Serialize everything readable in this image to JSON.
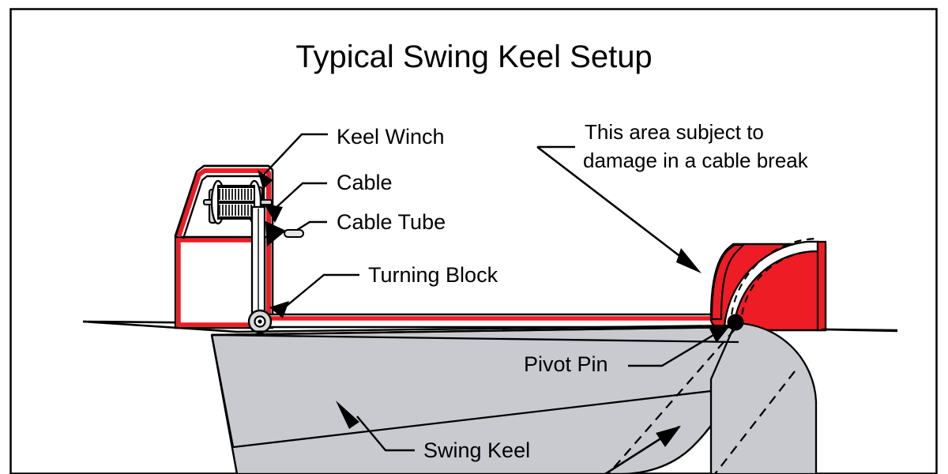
{
  "document": {
    "title": "Typical Swing Keel Setup",
    "type": "technical-illustration",
    "subject": "sailboat swing keel / centerboard lifting arrangement"
  },
  "frame": {
    "border_color": "#000000",
    "background_color": "#ffffff"
  },
  "palette": {
    "line": "#000000",
    "trunk_red": "#ee1c25",
    "keel_gray": "#c8cad0",
    "white": "#ffffff",
    "winch_gray": "#d9d9d9"
  },
  "labels": {
    "title": "Typical Swing Keel Setup",
    "keel_winch": "Keel Winch",
    "cable": "Cable",
    "cable_tube": "Cable Tube",
    "turning_block": "Turning Block",
    "pivot_pin": "Pivot Pin",
    "swing_keel": "Swing Keel",
    "warning_line1": "This area subject to",
    "warning_line2": "damage in  a cable break"
  },
  "components": [
    {
      "name": "keel-winch",
      "label": "Keel Winch",
      "description": "drum winch mounted at top of keel trunk"
    },
    {
      "name": "cable",
      "label": "Cable",
      "description": "wire rope running from winch drum down the cable tube"
    },
    {
      "name": "cable-tube",
      "label": "Cable Tube",
      "description": "vertical tube guiding the cable through the trunk"
    },
    {
      "name": "turning-block",
      "label": "Turning Block",
      "description": "sheave at base of trunk redirecting cable to the keel"
    },
    {
      "name": "pivot-pin",
      "label": "Pivot Pin",
      "description": "pin at aft-top of keel about which the keel swings"
    },
    {
      "name": "swing-keel",
      "label": "Swing Keel",
      "description": "pivoting ballast keel shown in lowered position"
    },
    {
      "name": "damage-area",
      "label": "This area subject to damage in  a cable break",
      "description": "red aft section of the keel trunk"
    }
  ]
}
